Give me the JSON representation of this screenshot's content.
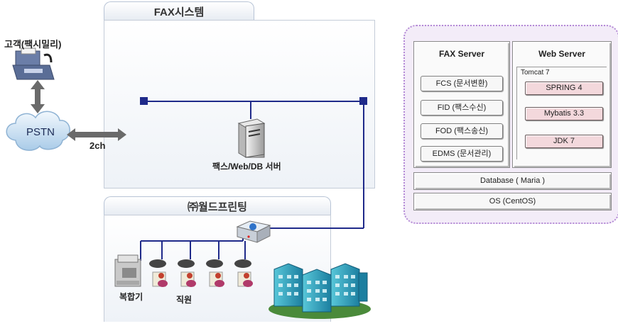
{
  "fax_system": {
    "title": "FAX시스템",
    "server_label": "팩스/Web/DB 서버",
    "channel_label": "2ch"
  },
  "customer": {
    "label": "고객(팩시밀리)"
  },
  "pstn": {
    "label": "PSTN"
  },
  "company": {
    "title": "㈜월드프린팅",
    "mfp_label": "복합기",
    "staff_label": "직원"
  },
  "architecture": {
    "fax_server": {
      "title": "FAX Server",
      "modules": [
        "FCS (문서변환)",
        "FID (팩스수신)",
        "FOD (팩스송신)",
        "EDMS (문서관리)"
      ]
    },
    "web_server": {
      "title": "Web Server",
      "container": "Tomcat 7",
      "modules": [
        "SPRING 4",
        "Mybatis 3.3",
        "JDK 7"
      ]
    },
    "database": "Database ( Maria )",
    "os": "OS (CentOS)"
  },
  "colors": {
    "network_line": "#1f2a8a",
    "arch_border": "#b48ad6",
    "module_pink": "#f3d8dc"
  }
}
